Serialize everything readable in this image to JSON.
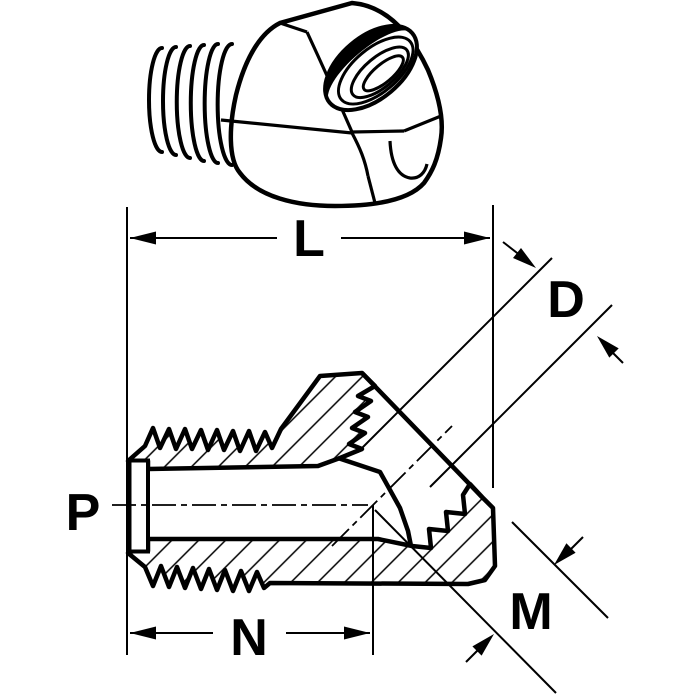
{
  "figure": {
    "description": "Technical drawing of a 45-degree elbow pipe fitting: pictorial view above, sectioned dimension view below",
    "colors": {
      "ink": "#000000",
      "background": "#ffffff"
    },
    "labels": {
      "overall_length": "L",
      "branch_opening": "D",
      "pipe_end": "P",
      "thread_end_length": "N",
      "angled_face": "M"
    }
  }
}
